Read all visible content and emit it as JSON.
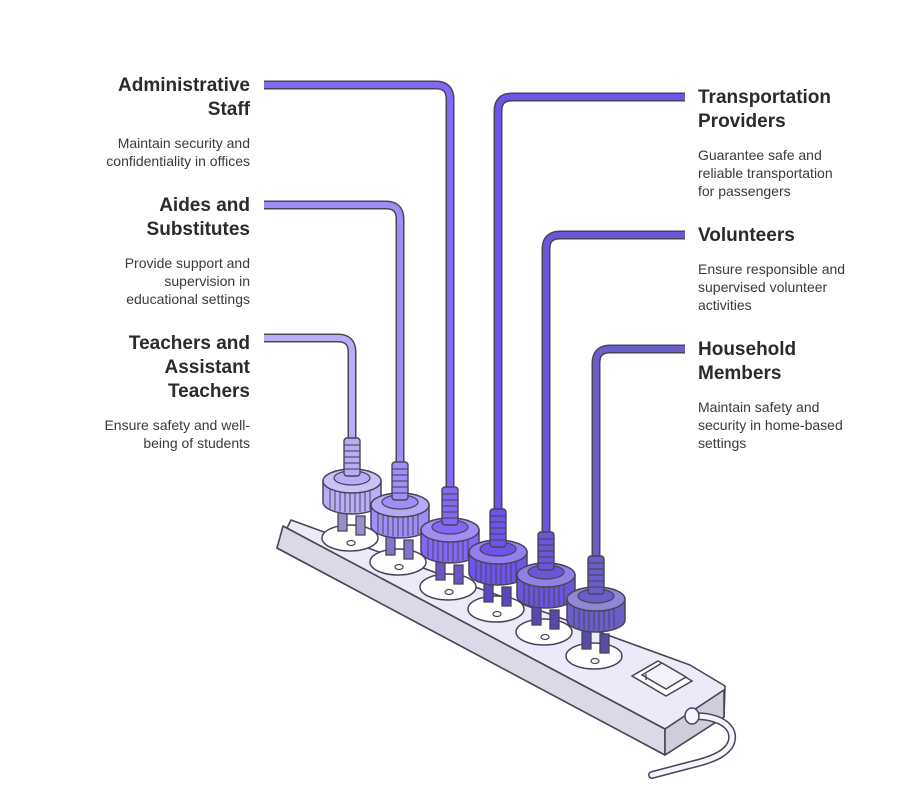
{
  "colors": {
    "outline": "#4a4458",
    "strip_fill": "#ece9f8",
    "cables": [
      "#b8aef5",
      "#9e8ef5",
      "#8268f2",
      "#6f54ea",
      "#6a56d8",
      "#6a5ec8"
    ]
  },
  "items": [
    {
      "id": "administrative-staff",
      "side": "left",
      "title": "Administrative\nStaff",
      "desc": "Maintain security and\nconfidentiality in offices"
    },
    {
      "id": "aides-substitutes",
      "side": "left",
      "title": "Aides and\nSubstitutes",
      "desc": "Provide support and\nsupervision in\neducational settings"
    },
    {
      "id": "teachers-assistants",
      "side": "left",
      "title": "Teachers and\nAssistant\nTeachers",
      "desc": "Ensure safety and well-\nbeing of students"
    },
    {
      "id": "transportation-providers",
      "side": "right",
      "title": "Transportation\nProviders",
      "desc": "Guarantee safe and\nreliable transportation\nfor passengers"
    },
    {
      "id": "volunteers",
      "side": "right",
      "title": "Volunteers",
      "desc": "Ensure responsible and\nsupervised volunteer\nactivities"
    },
    {
      "id": "household-members",
      "side": "right",
      "title": "Household\nMembers",
      "desc": "Maintain safety and\nsecurity in home-based\nsettings"
    }
  ]
}
